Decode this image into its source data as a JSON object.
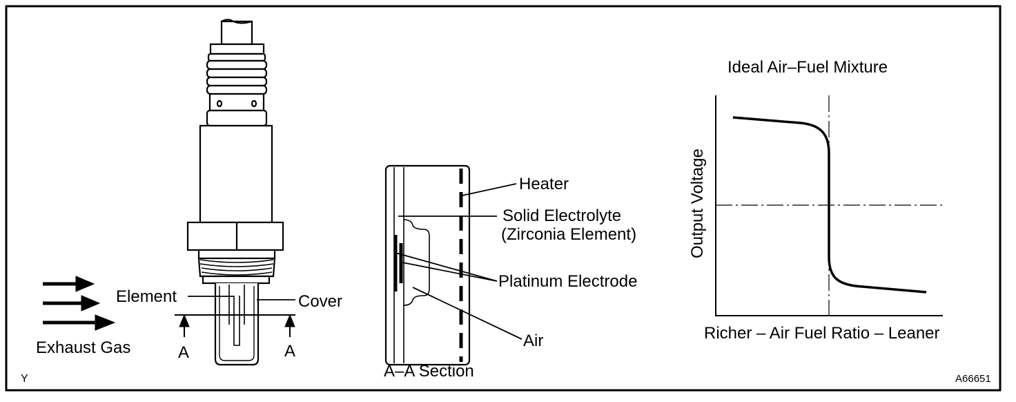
{
  "sensor": {
    "labels": {
      "element": "Element",
      "cover": "Cover",
      "exhaust_gas": "Exhaust Gas",
      "section_mark": "A"
    }
  },
  "section": {
    "caption": "A–A Section",
    "labels": {
      "heater": "Heater",
      "solid_electrolyte": "Solid Electrolyte",
      "zirconia_element": "(Zirconia Element)",
      "platinum_electrode": "Platinum Electrode",
      "air": "Air"
    }
  },
  "graph": {
    "title": "Ideal Air–Fuel Mixture",
    "ylabel": "Output Voltage",
    "xlabel": "Richer – Air Fuel Ratio – Leaner"
  },
  "corner": {
    "left_code": "Y",
    "figure_code": "A66651"
  }
}
